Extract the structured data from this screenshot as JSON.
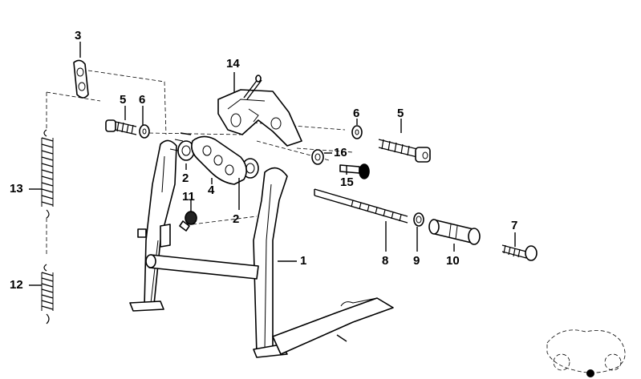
{
  "diagram": {
    "labels": {
      "p1": "1",
      "p2a": "2",
      "p2b": "2",
      "p3": "3",
      "p4": "4",
      "p5a": "5",
      "p5b": "5",
      "p6a": "6",
      "p6b": "6",
      "p7": "7",
      "p8": "8",
      "p9": "9",
      "p10": "10",
      "p11": "11",
      "p12": "12",
      "p13": "13",
      "p14": "14",
      "p15": "15",
      "p16": "16"
    }
  }
}
